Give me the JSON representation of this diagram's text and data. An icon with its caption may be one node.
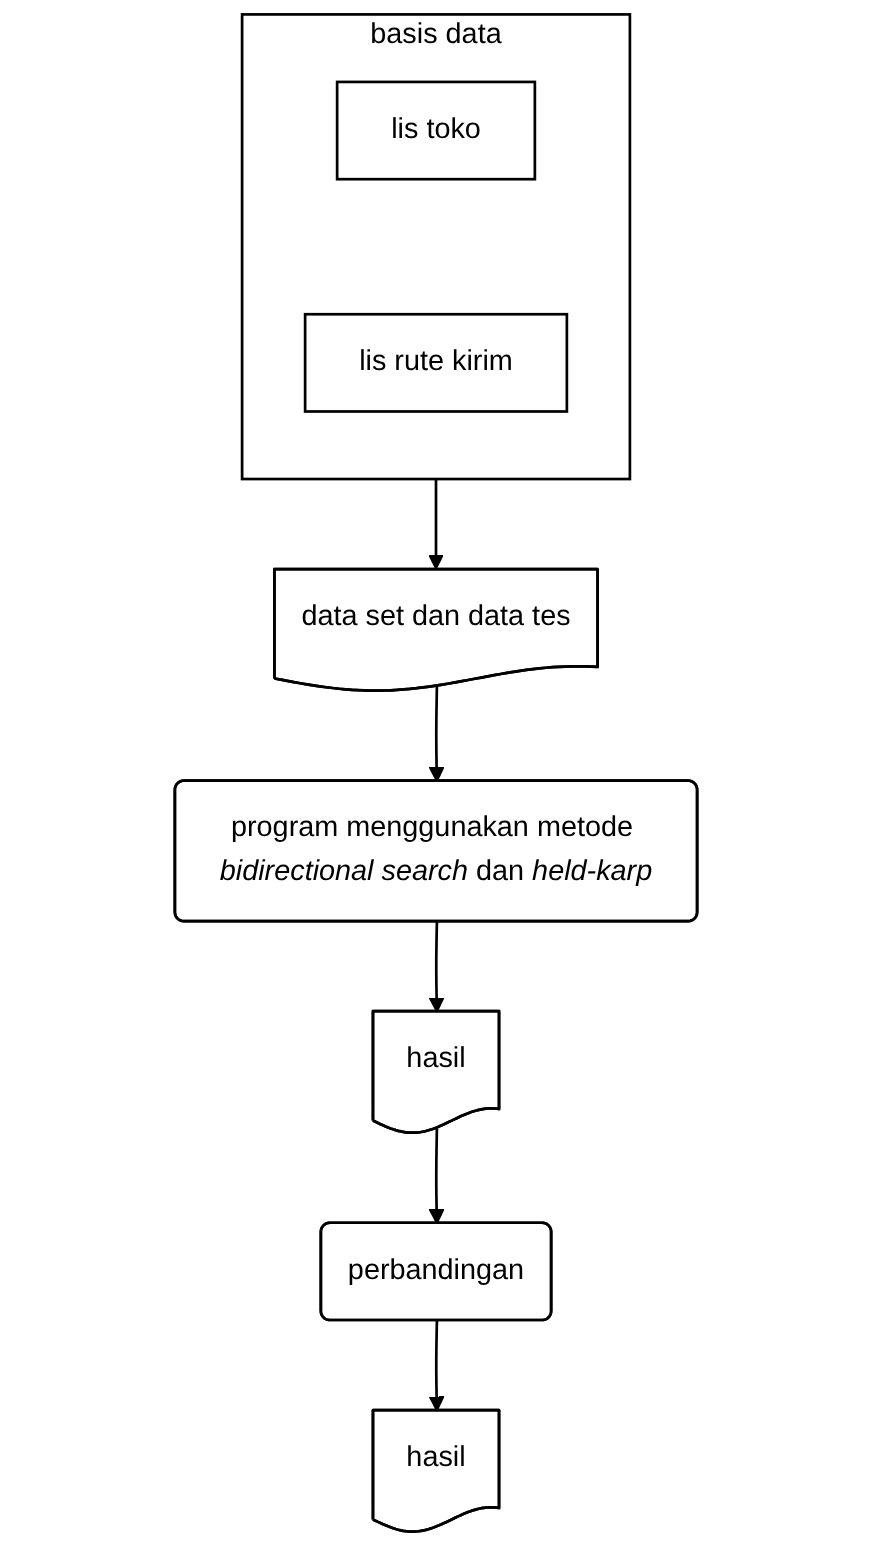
{
  "diagram": {
    "nodes": [
      {
        "text": [
          "basis data"
        ]
      },
      {
        "text": [
          "lis toko"
        ],
        "in": 0
      },
      {
        "text": [
          "lis rute kirim"
        ],
        "in": 0
      },
      {
        "text": [
          "data set dan data tes"
        ]
      },
      {
        "text": [
          "program menggunakan metode *bidirectional search* dan *held-karp*"
        ]
      },
      {
        "text": [
          "hasil"
        ]
      },
      {
        "text": [
          "perbandingan"
        ]
      },
      {
        "text": [
          "hasil"
        ]
      }
    ],
    "edges": [
      {
        "from": 0,
        "to": 3,
        "arrow": "to"
      },
      {
        "from": 3,
        "to": 4,
        "arrow": "to"
      },
      {
        "from": 4,
        "to": 5,
        "arrow": "to"
      },
      {
        "from": 5,
        "to": 6,
        "arrow": "to"
      },
      {
        "from": 6,
        "to": 7,
        "arrow": "to"
      }
    ]
  }
}
